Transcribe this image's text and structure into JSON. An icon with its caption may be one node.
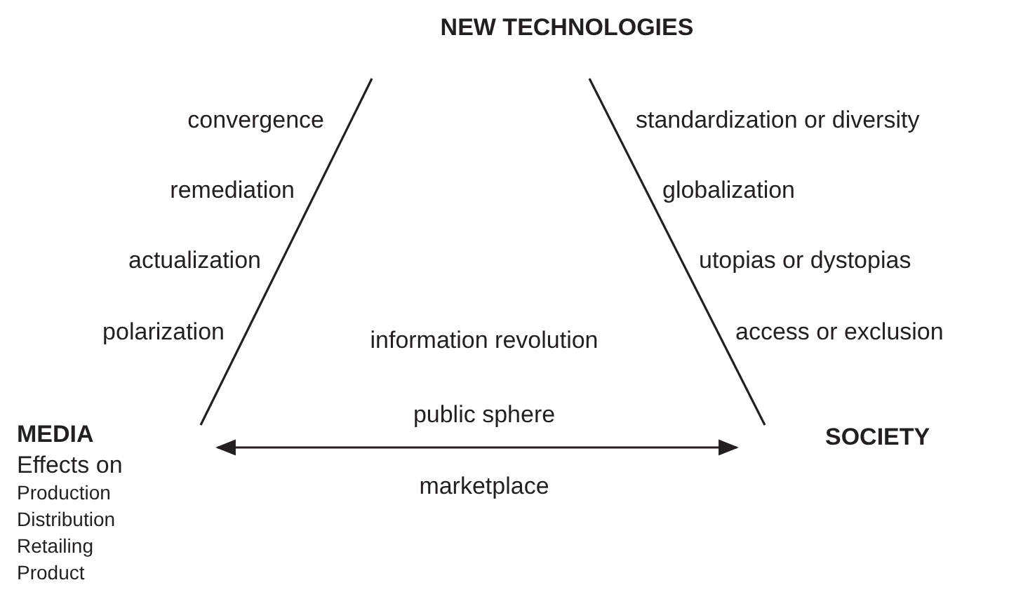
{
  "diagram": {
    "nodes": [
      {
        "text": [
          "NEW TECHNOLOGIES"
        ]
      },
      {
        "text": [
          "MEDIA",
          "Effects on",
          "Production",
          "Distribution",
          "Retailing",
          "Product"
        ]
      },
      {
        "text": [
          "SOCIETY"
        ]
      }
    ],
    "edges": [
      {
        "from": 1,
        "to": 0,
        "arrow": "none"
      },
      {
        "from": 0,
        "to": 2,
        "arrow": "none"
      },
      {
        "from": 1,
        "to": 2,
        "arrow": "both"
      }
    ],
    "labels": [
      "convergence",
      "standardization or diversity",
      "remediation",
      "globalization",
      "actualization",
      "utopias or dystopias",
      "polarization",
      "access or exclusion",
      "information revolution",
      "public sphere",
      "marketplace"
    ]
  }
}
